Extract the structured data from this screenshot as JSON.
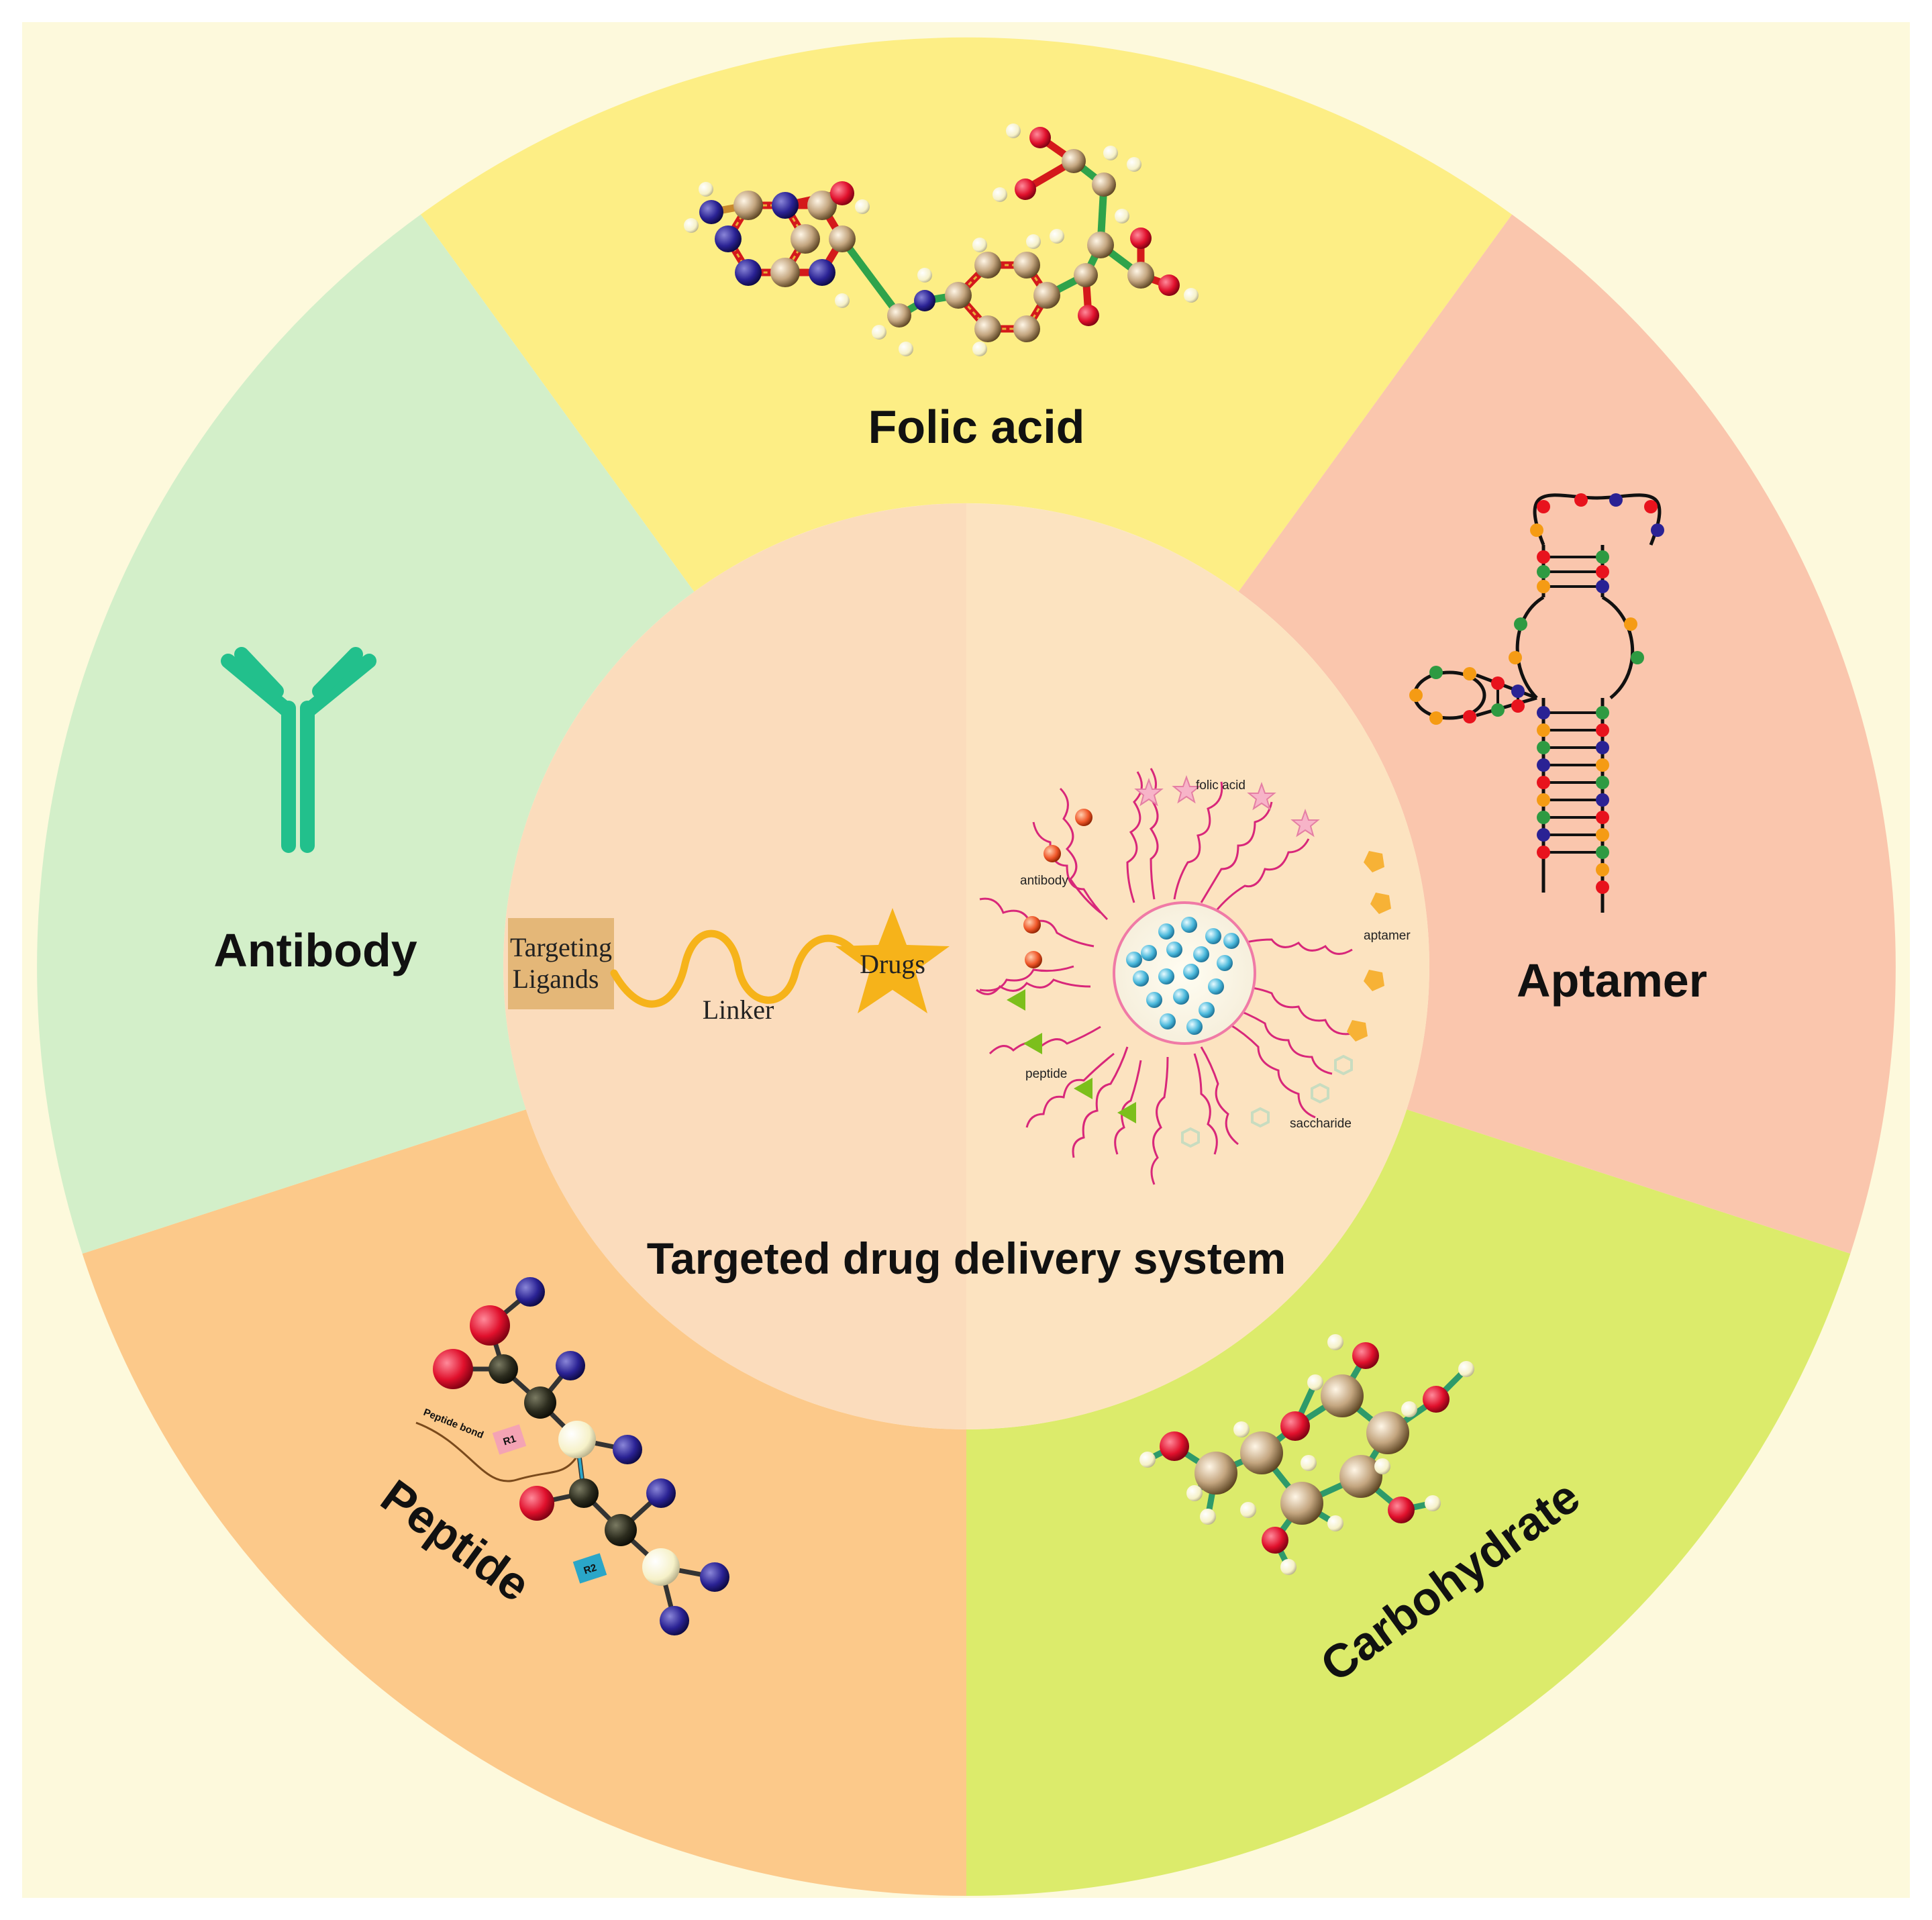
{
  "segments": {
    "folic_acid": "Folic acid",
    "aptamer": "Aptamer",
    "carbohydrate": "Carbohydrate",
    "peptide": "Peptide",
    "antibody": "Antibody"
  },
  "center": {
    "title": "Targeted drug delivery system",
    "construct": {
      "ligand_line1": "Targeting",
      "ligand_line2": "Ligands",
      "linker": "Linker",
      "drug": "Drugs"
    },
    "nanoparticle": {
      "folic_acid": "folic acid",
      "antibody": "antibody",
      "aptamer": "aptamer",
      "peptide": "peptide",
      "saccharide": "saccharide"
    }
  },
  "peptide_structure": {
    "r1": "R1",
    "r2": "R2",
    "bond": "Peptide bond"
  },
  "colors": {
    "background": "#fdf9dc",
    "folic_acid": "#fdee85",
    "aptamer": "#fac6ad",
    "carbohydrate": "#dceb6b",
    "peptide": "#fcc98a",
    "antibody": "#d3efc9",
    "center_left": "#fbdcbc",
    "center_right": "#fce3c0",
    "antibody_icon": "#22c08c",
    "linker": "#f6b31a",
    "ligand_box": "#e4b778"
  }
}
